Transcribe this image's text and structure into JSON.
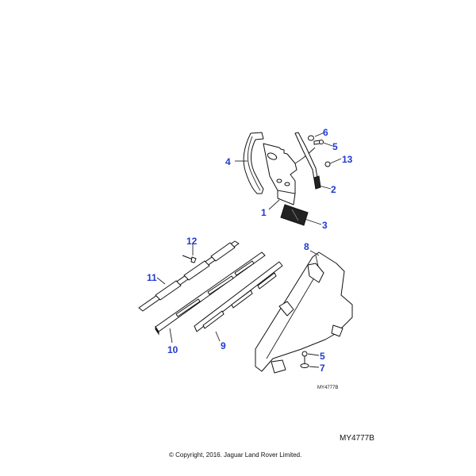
{
  "diagram": {
    "callouts": [
      {
        "id": "6",
        "label": "6"
      },
      {
        "id": "5a",
        "label": "5"
      },
      {
        "id": "13",
        "label": "13"
      },
      {
        "id": "4",
        "label": "4"
      },
      {
        "id": "2",
        "label": "2"
      },
      {
        "id": "1",
        "label": "1"
      },
      {
        "id": "3",
        "label": "3"
      },
      {
        "id": "12",
        "label": "12"
      },
      {
        "id": "8",
        "label": "8"
      },
      {
        "id": "11",
        "label": "11"
      },
      {
        "id": "10",
        "label": "10"
      },
      {
        "id": "9",
        "label": "9"
      },
      {
        "id": "5b",
        "label": "5"
      },
      {
        "id": "7",
        "label": "7"
      }
    ],
    "inner_ref": "MY4777B",
    "callout_color": "#1f3ad1"
  },
  "footer": {
    "ref": "MY4777B",
    "copyright": "© Copyright, 2016. Jaguar Land Rover Limited."
  }
}
